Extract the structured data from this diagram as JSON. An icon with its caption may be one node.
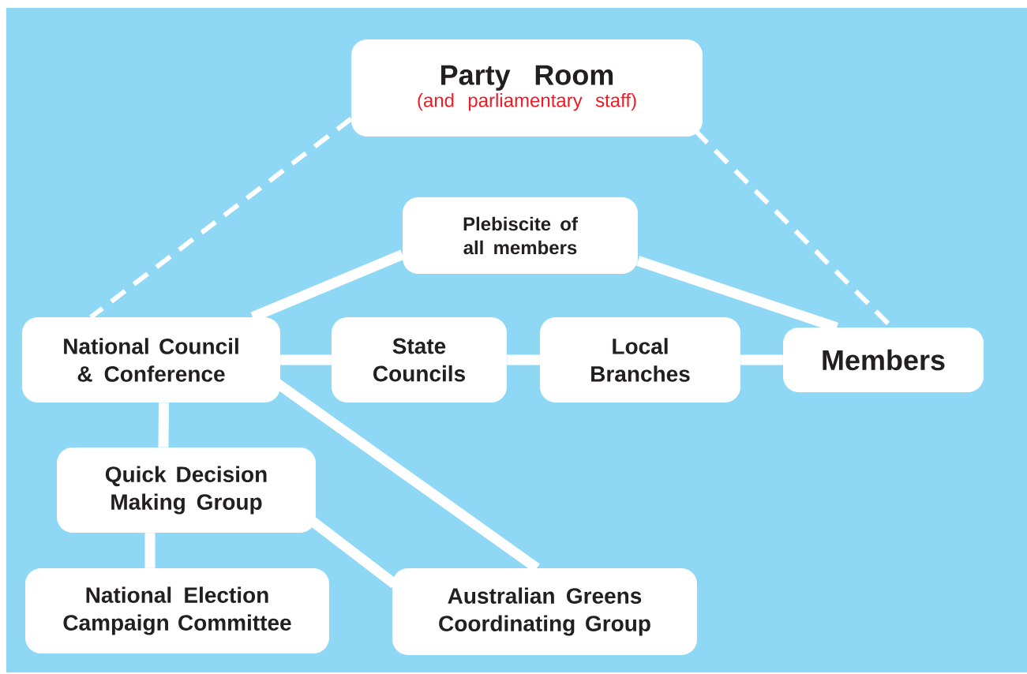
{
  "diagram": {
    "nodes": [
      {
        "text": [
          "Party Room",
          "(and parliamentary staff)"
        ]
      },
      {
        "text": [
          "Plebiscite of all members"
        ]
      },
      {
        "text": [
          "National Council & Conference"
        ]
      },
      {
        "text": [
          "State Councils"
        ]
      },
      {
        "text": [
          "Local Branches"
        ]
      },
      {
        "text": [
          "Members"
        ]
      },
      {
        "text": [
          "Quick Decision Making Group"
        ]
      },
      {
        "text": [
          "National Election Campaign Committee"
        ]
      },
      {
        "text": [
          "Australian Greens Coordinating Group"
        ]
      }
    ],
    "edges": [
      {
        "from": 0,
        "to": 2,
        "arrow": "none",
        "style": "dashed"
      },
      {
        "from": 0,
        "to": 5,
        "arrow": "none",
        "style": "dashed"
      },
      {
        "from": 1,
        "to": 2,
        "arrow": "none"
      },
      {
        "from": 1,
        "to": 5,
        "arrow": "none"
      },
      {
        "from": 2,
        "to": 3,
        "arrow": "none"
      },
      {
        "from": 3,
        "to": 4,
        "arrow": "none"
      },
      {
        "from": 4,
        "to": 5,
        "arrow": "none"
      },
      {
        "from": 2,
        "to": 6,
        "arrow": "none"
      },
      {
        "from": 6,
        "to": 7,
        "arrow": "none"
      },
      {
        "from": 6,
        "to": 8,
        "arrow": "none"
      },
      {
        "from": 2,
        "to": 8,
        "arrow": "none"
      }
    ]
  }
}
